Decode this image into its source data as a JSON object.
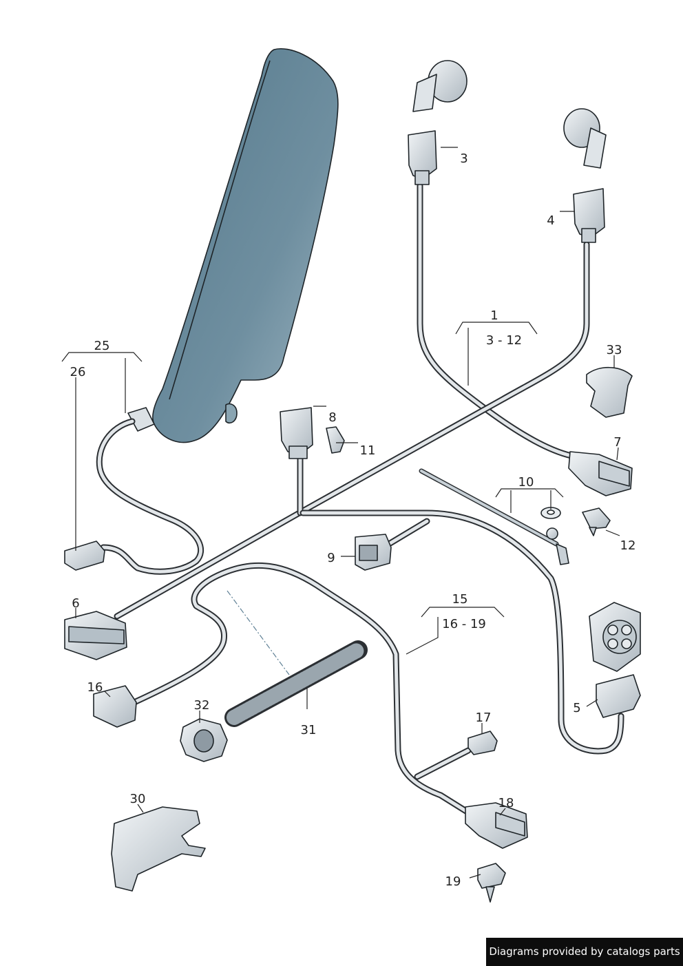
{
  "callouts": {
    "c1": "1",
    "c1_range": "3 - 12",
    "c3": "3",
    "c4": "4",
    "c5": "5",
    "c6": "6",
    "c7": "7",
    "c8": "8",
    "c9": "9",
    "c10": "10",
    "c11": "11",
    "c12": "12",
    "c15": "15",
    "c15_range": "16 - 19",
    "c16": "16",
    "c17": "17",
    "c18": "18",
    "c19": "19",
    "c25": "25",
    "c26": "26",
    "c30": "30",
    "c31": "31",
    "c32": "32",
    "c33": "33"
  },
  "footer": {
    "text": "Diagrams provided by catalogs parts"
  },
  "colors": {
    "airbag_fill": "#6f8fa0",
    "part_fill": "#d5dbe0",
    "line": "#1e2428"
  }
}
